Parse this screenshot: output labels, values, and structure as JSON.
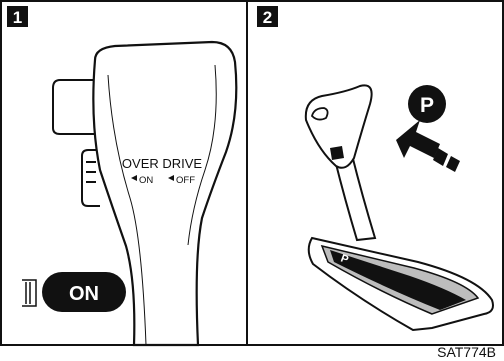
{
  "panel_1": {
    "number": "1",
    "label_title": "OVER DRIVE",
    "label_on": "ON",
    "label_off": "OFF",
    "button_text": "ON"
  },
  "panel_2": {
    "number": "2",
    "park_badge": "P",
    "gate_letter": "P"
  },
  "figure_code": "SAT774B",
  "colors": {
    "ink": "#111111",
    "paper": "#ffffff",
    "gray": "#bdbdbd"
  }
}
